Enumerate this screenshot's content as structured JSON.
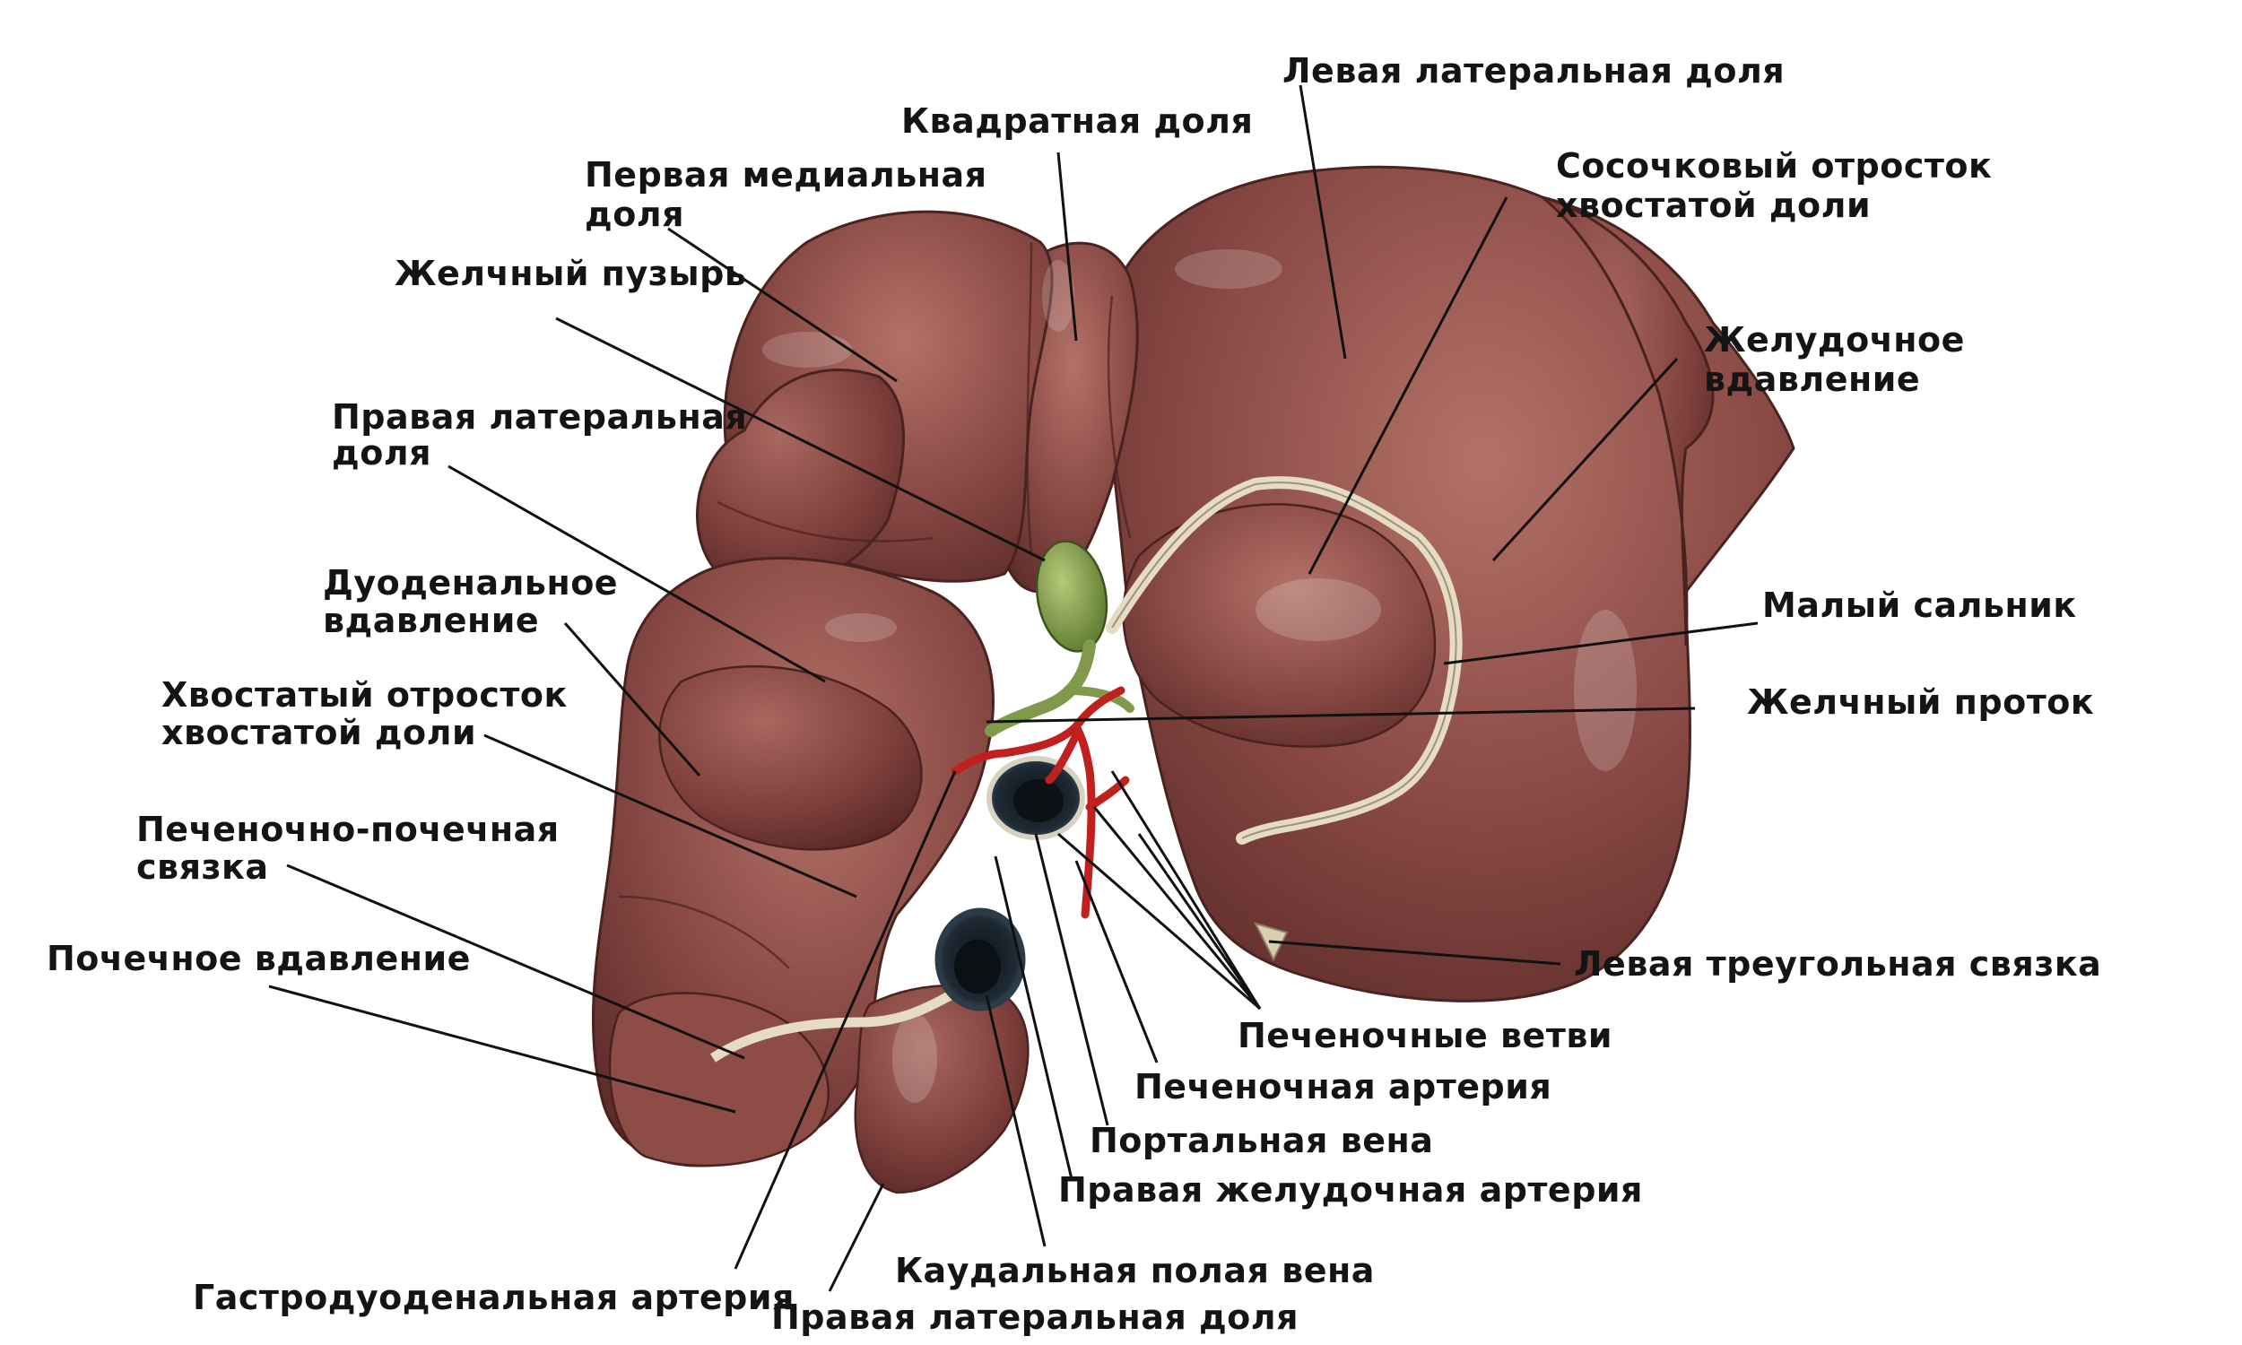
{
  "labels": {
    "left_lateral_lobe": "Левая латеральная доля",
    "quadrate_lobe": "Квадратная доля",
    "first_medial_lobe_1": "Первая медиальная",
    "first_medial_lobe_2": "доля",
    "papillary_process_1": "Сосочковый отросток",
    "papillary_process_2": "хвостатой доли",
    "gallbladder": "Желчный пузырь",
    "gastric_impression_1": "Желудочное",
    "gastric_impression_2": "вдавление",
    "right_lateral_lobe_1": "Правая латеральная",
    "right_lateral_lobe_2": "доля",
    "duodenal_impression_1": "Дуоденальное",
    "duodenal_impression_2": "вдавление",
    "lesser_omentum": "Малый сальник",
    "caudate_process_1": "Хвостатый отросток",
    "caudate_process_2": "хвостатой доли",
    "bile_duct": "Желчный проток",
    "hepatorenal_ligament_1": "Печеночно-почечная",
    "hepatorenal_ligament_2": "связка",
    "renal_impression": "Почечное вдавление",
    "left_triangular_ligament": "Левая треугольная связка",
    "hepatic_branches": "Печеночные ветви",
    "hepatic_artery": "Печеночная артерия",
    "portal_vein": "Портальная вена",
    "right_gastric_artery": "Правая желудочная артерия",
    "caudal_vena_cava": "Каудальная полая вена",
    "gastroduodenal_artery": "Гастродуоденальная артерия",
    "right_lateral_lobe_bottom": "Правая латеральная доля"
  },
  "colors": {
    "liver": "#8a4a45",
    "liver_dark": "#5e2c2a",
    "liver_light": "#b97a72",
    "gallbladder": "#7f9a4a",
    "artery": "#c0201e",
    "vein": "#1f2a34",
    "omentum": "#e6dcc4",
    "text": "#141414"
  }
}
